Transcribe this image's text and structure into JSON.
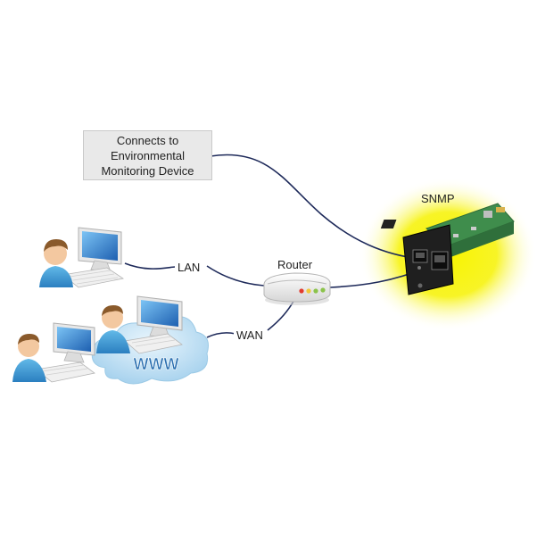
{
  "environment_box": {
    "lines": [
      "Connects to",
      "Environmental",
      "Monitoring Device"
    ]
  },
  "labels": {
    "snmp": "SNMP",
    "router": "Router",
    "lan": "LAN",
    "wan": "WAN",
    "www": "WWW"
  },
  "colors": {
    "cable": "#1e2a5a",
    "box_fill": "#e9e9e9",
    "glow": "#f4f200",
    "pcb": "#3f8d4c",
    "cloud": "#bfe0f2",
    "www_text": "#2a6fb0",
    "monitor_screen": "#2f7fd0",
    "shirt": "#3aa0d8"
  },
  "icons": [
    "user-icon",
    "computer-monitor-icon",
    "keyboard-icon",
    "cloud-icon",
    "router-icon",
    "snmp-card-icon",
    "rj45-port-icon"
  ]
}
